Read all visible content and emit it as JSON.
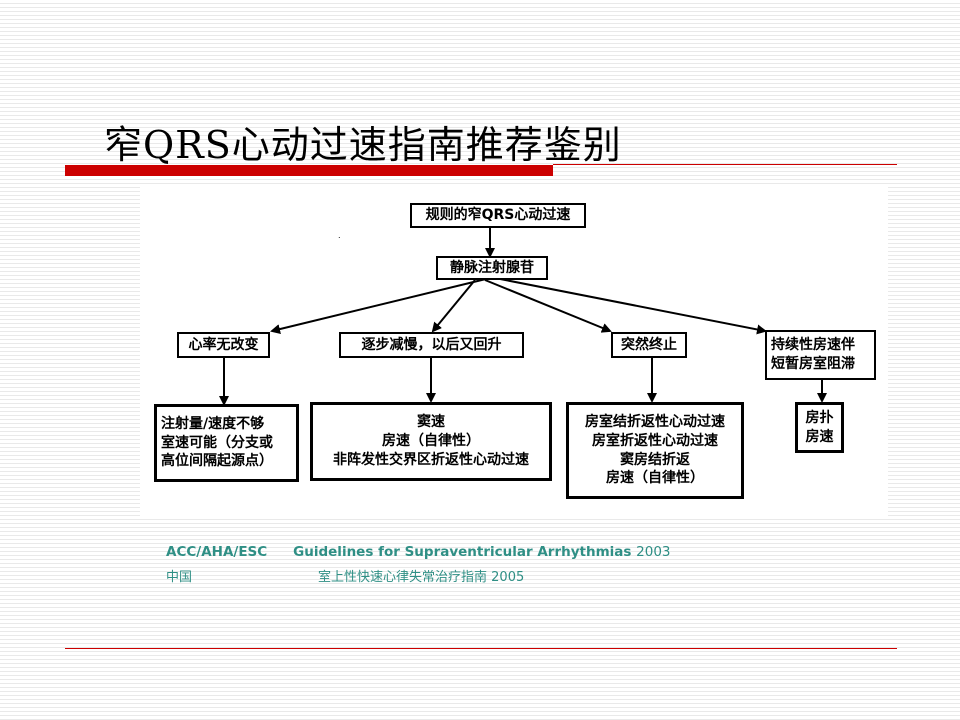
{
  "slide": {
    "title": "窄QRS心动过速指南推荐鉴别"
  },
  "diagram": {
    "root": "规则的窄QRS心动过速",
    "step": "静脉注射腺苷",
    "responses": {
      "no_change": "心率无改变",
      "gradual_slow": "逐步减慢，以后又回升",
      "abrupt_stop": "突然终止",
      "persistent": [
        "持续性房速伴",
        "短暂房室阻滞"
      ]
    },
    "outcomes": {
      "no_change": [
        "注射量/速度不够",
        "室速可能（分支或",
        "高位间隔起源点）"
      ],
      "gradual_slow": [
        "窦速",
        "房速（自律性）",
        "非阵发性交界区折返性心动过速"
      ],
      "abrupt_stop": [
        "房室结折返性心动过速",
        "房室折返性心动过速",
        "窦房结折返",
        "房速（自律性）"
      ],
      "persistent": [
        "房扑",
        "房速"
      ]
    }
  },
  "references": {
    "line1_orgs": "ACC/AHA/ESC",
    "line1_title": "Guidelines for Supraventricular Arrhythmias",
    "line1_year": "2003",
    "line2_country": "中国",
    "line2_title": "室上性快速心律失常治疗指南",
    "line2_year": "2005"
  },
  "colors": {
    "accent_red": "#cc0000",
    "reference_teal": "#2f8f85"
  }
}
